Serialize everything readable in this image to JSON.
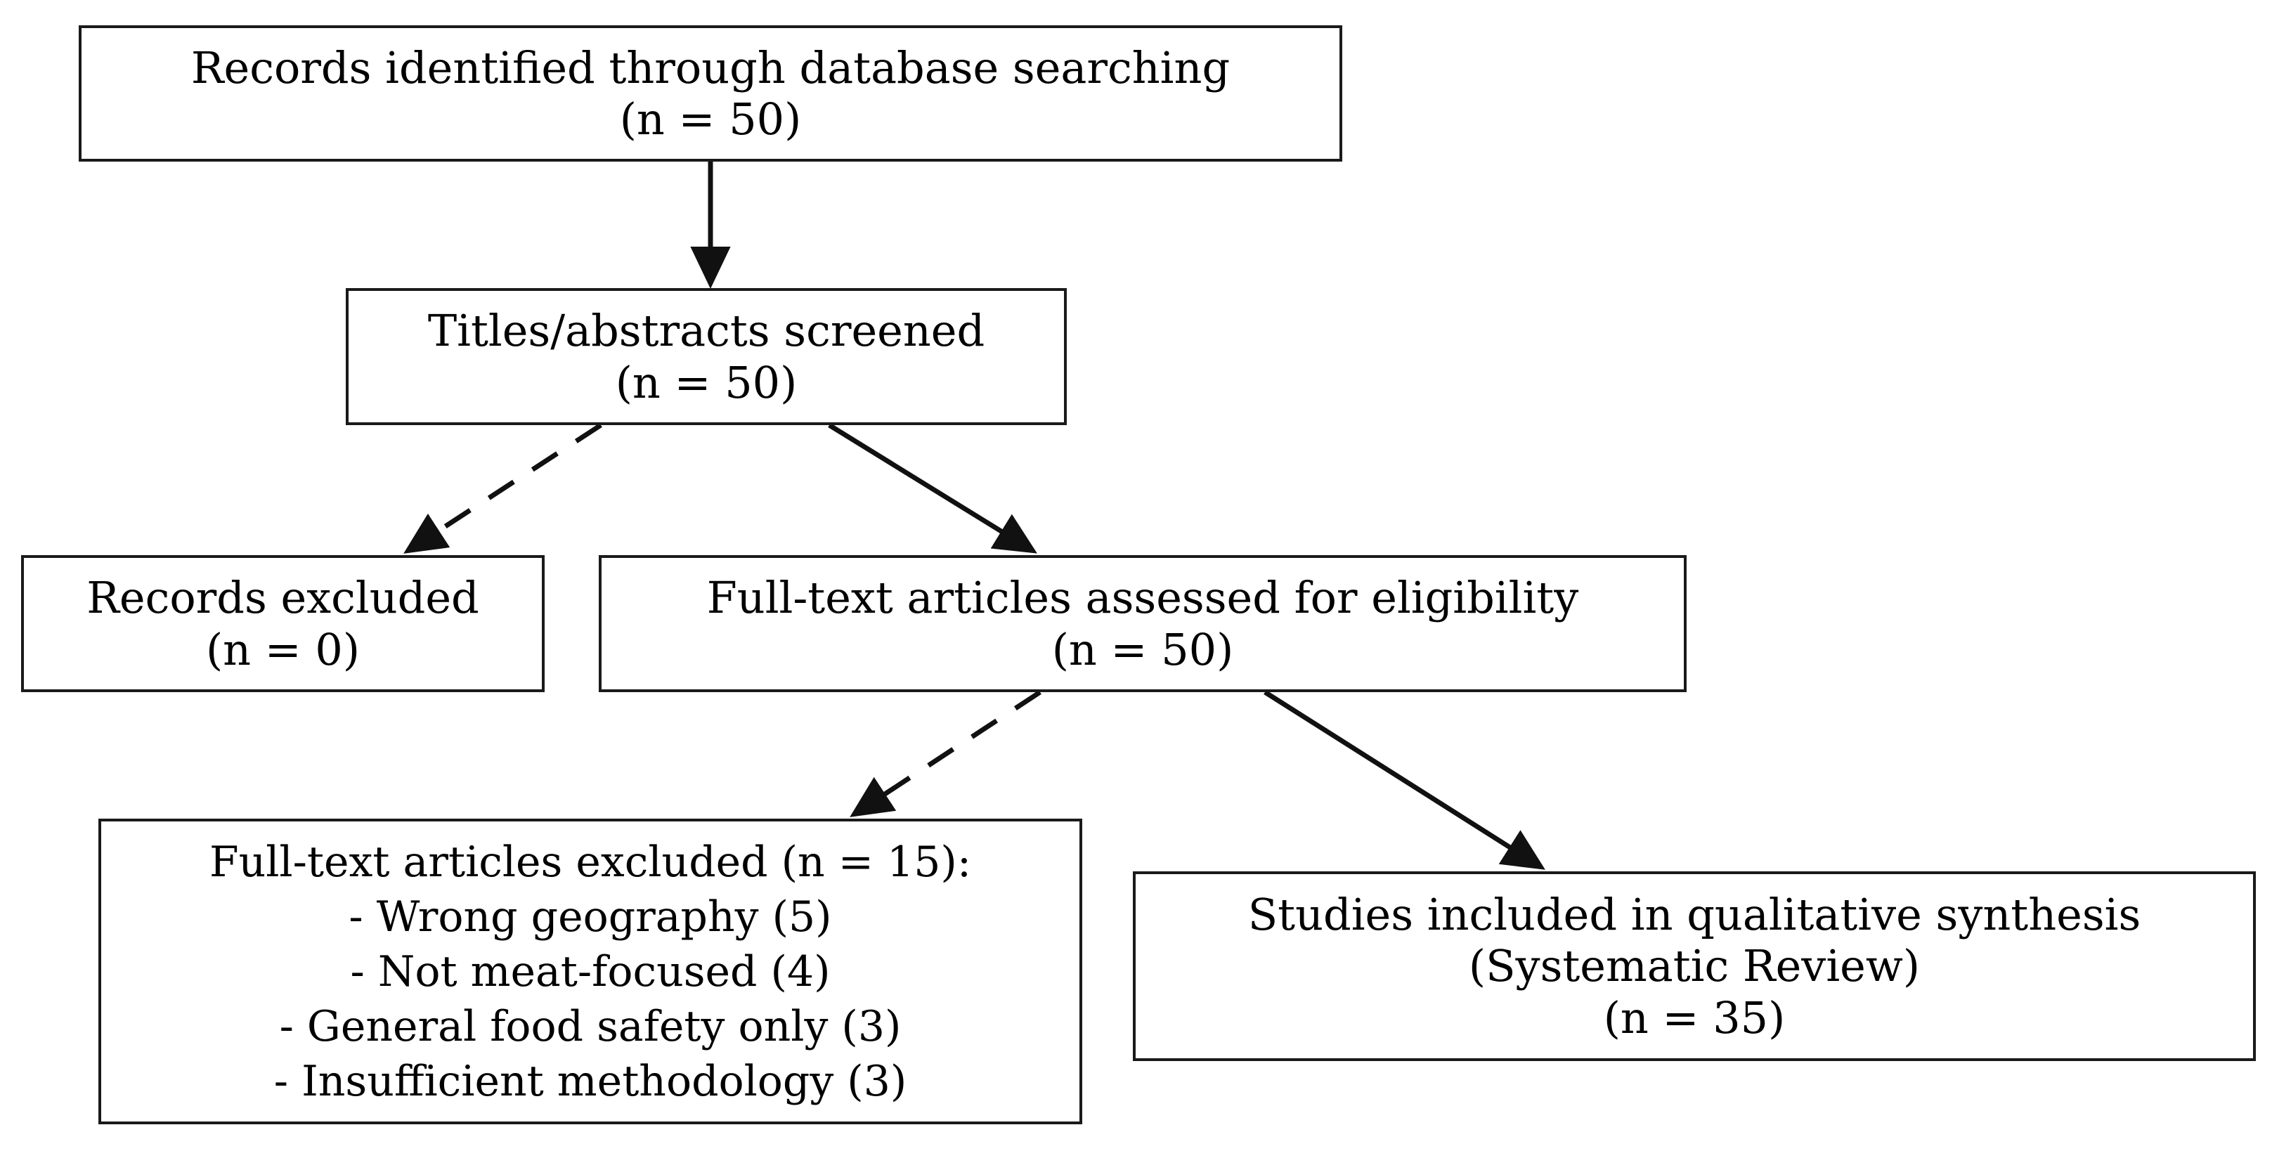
{
  "diagram": {
    "type": "prisma-flow-diagram",
    "background_color": "#ffffff",
    "stroke_color": "#1a1a1a",
    "text_color": "#000000"
  },
  "nodes": {
    "records_identified": {
      "name": "records-identified",
      "line1": "Records identified through database searching",
      "line2": "(n = 50)",
      "count": 50
    },
    "titles_screened": {
      "name": "titles-abstracts-screened",
      "line1": "Titles/abstracts screened",
      "line2": "(n = 50)",
      "count": 50
    },
    "records_excluded": {
      "name": "records-excluded",
      "line1": "Records excluded",
      "line2": "(n = 0)",
      "count": 0
    },
    "fulltext_assessed": {
      "name": "fulltext-articles-assessed",
      "line1": "Full-text articles assessed for eligibility",
      "line2": "(n = 50)",
      "count": 50
    },
    "fulltext_excluded": {
      "name": "fulltext-articles-excluded",
      "line1": "Full-text articles excluded (n = 15):",
      "line2": "- Wrong geography (5)",
      "line3": "- Not meat-focused (4)",
      "line4": "- General food safety only (3)",
      "line5": "- Insufficient methodology (3)",
      "count": 15,
      "reasons": [
        {
          "label": "Wrong geography",
          "count": 5
        },
        {
          "label": "Not meat-focused",
          "count": 4
        },
        {
          "label": "General food safety only",
          "count": 3
        },
        {
          "label": "Insufficient methodology",
          "count": 3
        }
      ]
    },
    "studies_included": {
      "name": "studies-included-qualitative-synthesis",
      "line1": "Studies included in qualitative synthesis",
      "line2": "(Systematic Review)",
      "line3": "(n = 35)",
      "count": 35
    }
  },
  "edges": [
    {
      "name": "edge-identified-to-screened",
      "from": "records_identified",
      "to": "titles_screened",
      "style": "solid"
    },
    {
      "name": "edge-screened-to-records-excluded",
      "from": "titles_screened",
      "to": "records_excluded",
      "style": "dashed"
    },
    {
      "name": "edge-screened-to-fulltext",
      "from": "titles_screened",
      "to": "fulltext_assessed",
      "style": "solid"
    },
    {
      "name": "edge-fulltext-to-excluded",
      "from": "fulltext_assessed",
      "to": "fulltext_excluded",
      "style": "dashed"
    },
    {
      "name": "edge-fulltext-to-included",
      "from": "fulltext_assessed",
      "to": "studies_included",
      "style": "solid"
    }
  ]
}
